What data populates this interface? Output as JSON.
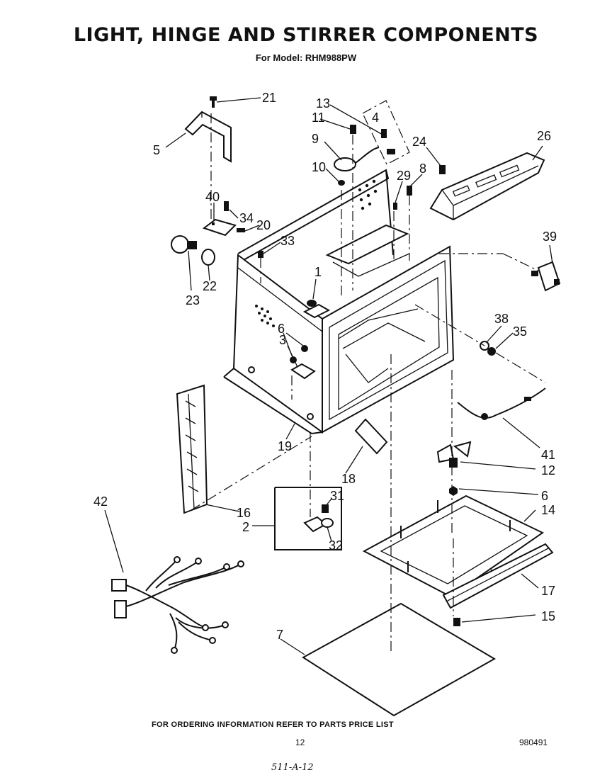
{
  "title": "LIGHT, HINGE AND STIRRER COMPONENTS",
  "subtitle": "For Model: RHM988PW",
  "footer": "FOR ORDERING INFORMATION REFER TO PARTS PRICE LIST",
  "page_number": "12",
  "doc_number": "980491",
  "handwritten_note": "511-A-12",
  "callouts": {
    "c1": "1",
    "c2": "2",
    "c3": "3",
    "c4": "4",
    "c5": "5",
    "c6a": "6",
    "c6b": "6",
    "c7": "7",
    "c8": "8",
    "c9": "9",
    "c10": "10",
    "c11": "11",
    "c12": "12",
    "c13": "13",
    "c14": "14",
    "c15": "15",
    "c16": "16",
    "c17": "17",
    "c18": "18",
    "c19": "19",
    "c20": "20",
    "c21": "21",
    "c22": "22",
    "c23": "23",
    "c24": "24",
    "c26": "26",
    "c29": "29",
    "c31": "31",
    "c32": "32",
    "c33": "33",
    "c34": "34",
    "c35": "35",
    "c38": "38",
    "c39": "39",
    "c40": "40",
    "c41": "41",
    "c42": "42"
  }
}
